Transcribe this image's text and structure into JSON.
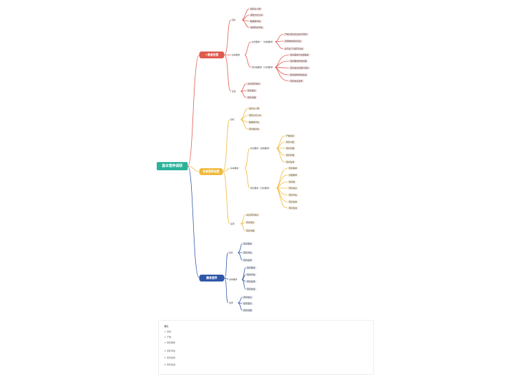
{
  "root": "基本营养调研",
  "branches": [
    {
      "label": "患者经营",
      "color": "#e05a4f",
      "groups": [
        {
          "label": "目标",
          "leaves": [
            "目标达人群",
            "调查方式分享",
            "数据库评估",
            "本研营养评估"
          ]
        },
        {
          "label": "基本要求",
          "subgroups": [
            {
              "label": "食谱要求一（食物要求）",
              "leaves": [
                "产物分区对比饮食与营养",
                "实现整体营养养生",
                "生育出下分配可达化"
              ]
            },
            {
              "label": "营养餐要求（分析要求）",
              "leaves": [
                "营养需求与食量需求",
                "营养要求有效管理",
                "营养信息管理与营养",
                "膳食结构持续改进",
                "营养信息监测"
              ]
            }
          ]
        },
        {
          "label": "注意",
          "leaves": [
            "关注营养信息",
            "营养变化",
            "营养合理"
          ]
        }
      ]
    },
    {
      "label": "饮食营养经营",
      "color": "#f0b93c",
      "groups": [
        {
          "label": "目标",
          "leaves": [
            "目标达人群",
            "调查方式分享",
            "数据库评估",
            "营养餐评估"
          ]
        },
        {
          "label": "基本要求",
          "subgroups": [
            {
              "label": "食谱要求（食物要求）",
              "leaves": [
                "产物营养",
                "营养分配",
                "营养合理",
                "营养管理",
                "营养监测"
              ]
            },
            {
              "label": "营养要求（分析要求）",
              "leaves": [
                "营养需求",
                "食量需求",
                "营养餐",
                "营养信息",
                "营养评估",
                "营养监测",
                "营养改进"
              ]
            }
          ]
        },
        {
          "label": "注意",
          "leaves": [
            "关注营养信息",
            "营养变化",
            "营养合理"
          ]
        }
      ]
    },
    {
      "label": "膳食营养",
      "color": "#2f56a8",
      "groups": [
        {
          "label": "目标",
          "leaves": [
            "营养需求",
            "营养评估",
            "营养监测"
          ]
        },
        {
          "label": "基本要求",
          "leaves": [
            "营养需求",
            "营养评估",
            "营养监测",
            "营养改进"
          ]
        },
        {
          "label": "注意",
          "leaves": [
            "营养信息",
            "营养变化",
            "营养合理"
          ]
        }
      ]
    }
  ],
  "legend": {
    "lines": [
      "备注",
      "1. 基本",
      "2. 产量",
      "3. 营养需求",
      "4. 营养评估",
      "5. 营养监测",
      "6. 营养改进"
    ]
  }
}
